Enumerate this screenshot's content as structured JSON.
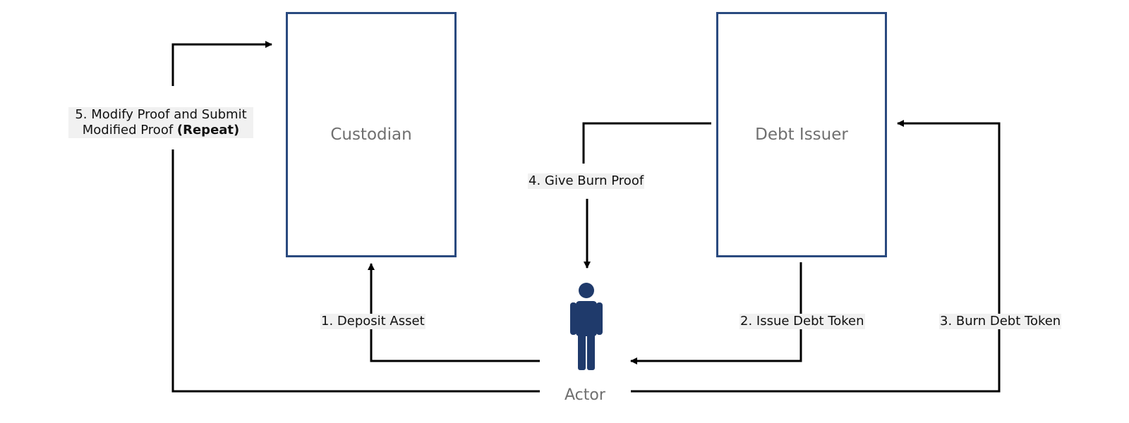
{
  "nodes": {
    "custodian": {
      "title": "Custodian"
    },
    "debt_issuer": {
      "title": "Debt Issuer"
    },
    "actor": {
      "title": "Actor"
    }
  },
  "flows": {
    "deposit_asset": "1. Deposit Asset",
    "issue_debt_token": "2. Issue Debt Token",
    "burn_debt_token": "3. Burn Debt Token",
    "give_burn_proof": "4. Give Burn Proof",
    "modify_proof": {
      "line1": "5. Modify Proof and Submit",
      "line2": "Modified Proof ",
      "line2_emphasis": "(Repeat)"
    }
  },
  "colors": {
    "box_border": "#2a4a7f",
    "actor_fill": "#1f3a6b",
    "arrow": "#000000",
    "label_bg": "#f1f1f1"
  },
  "icons": {
    "actor": "person-icon"
  }
}
